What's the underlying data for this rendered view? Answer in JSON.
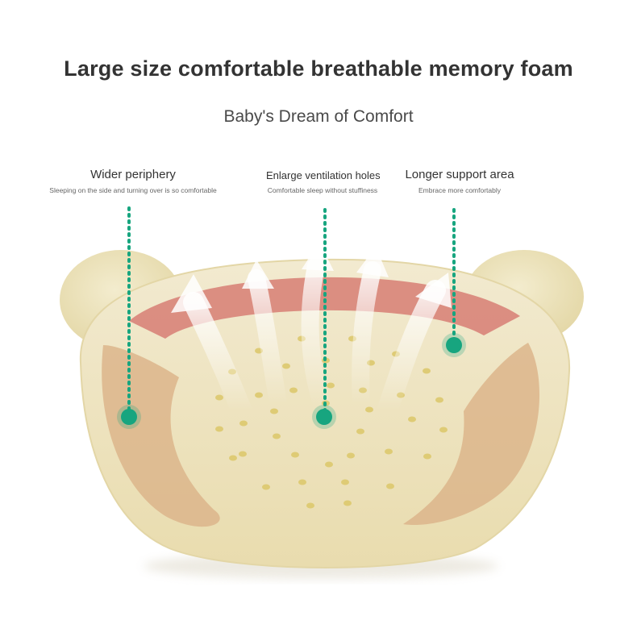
{
  "heading": {
    "title": "Large size comfortable breathable memory foam",
    "subtitle": "Baby's Dream of Comfort"
  },
  "features": [
    {
      "title": "Wider periphery",
      "description": "Sleeping on the side and turning over is so comfortable"
    },
    {
      "title": "Enlarge ventilation holes",
      "description": "Comfortable sleep without stuffiness"
    },
    {
      "title": "Longer support area",
      "description": "Embrace more comfortably"
    }
  ],
  "colors": {
    "pillow": "#efe6bf",
    "side_zone": "#deb88e",
    "support_band": "#d9857b",
    "marker": "#17a57f"
  }
}
